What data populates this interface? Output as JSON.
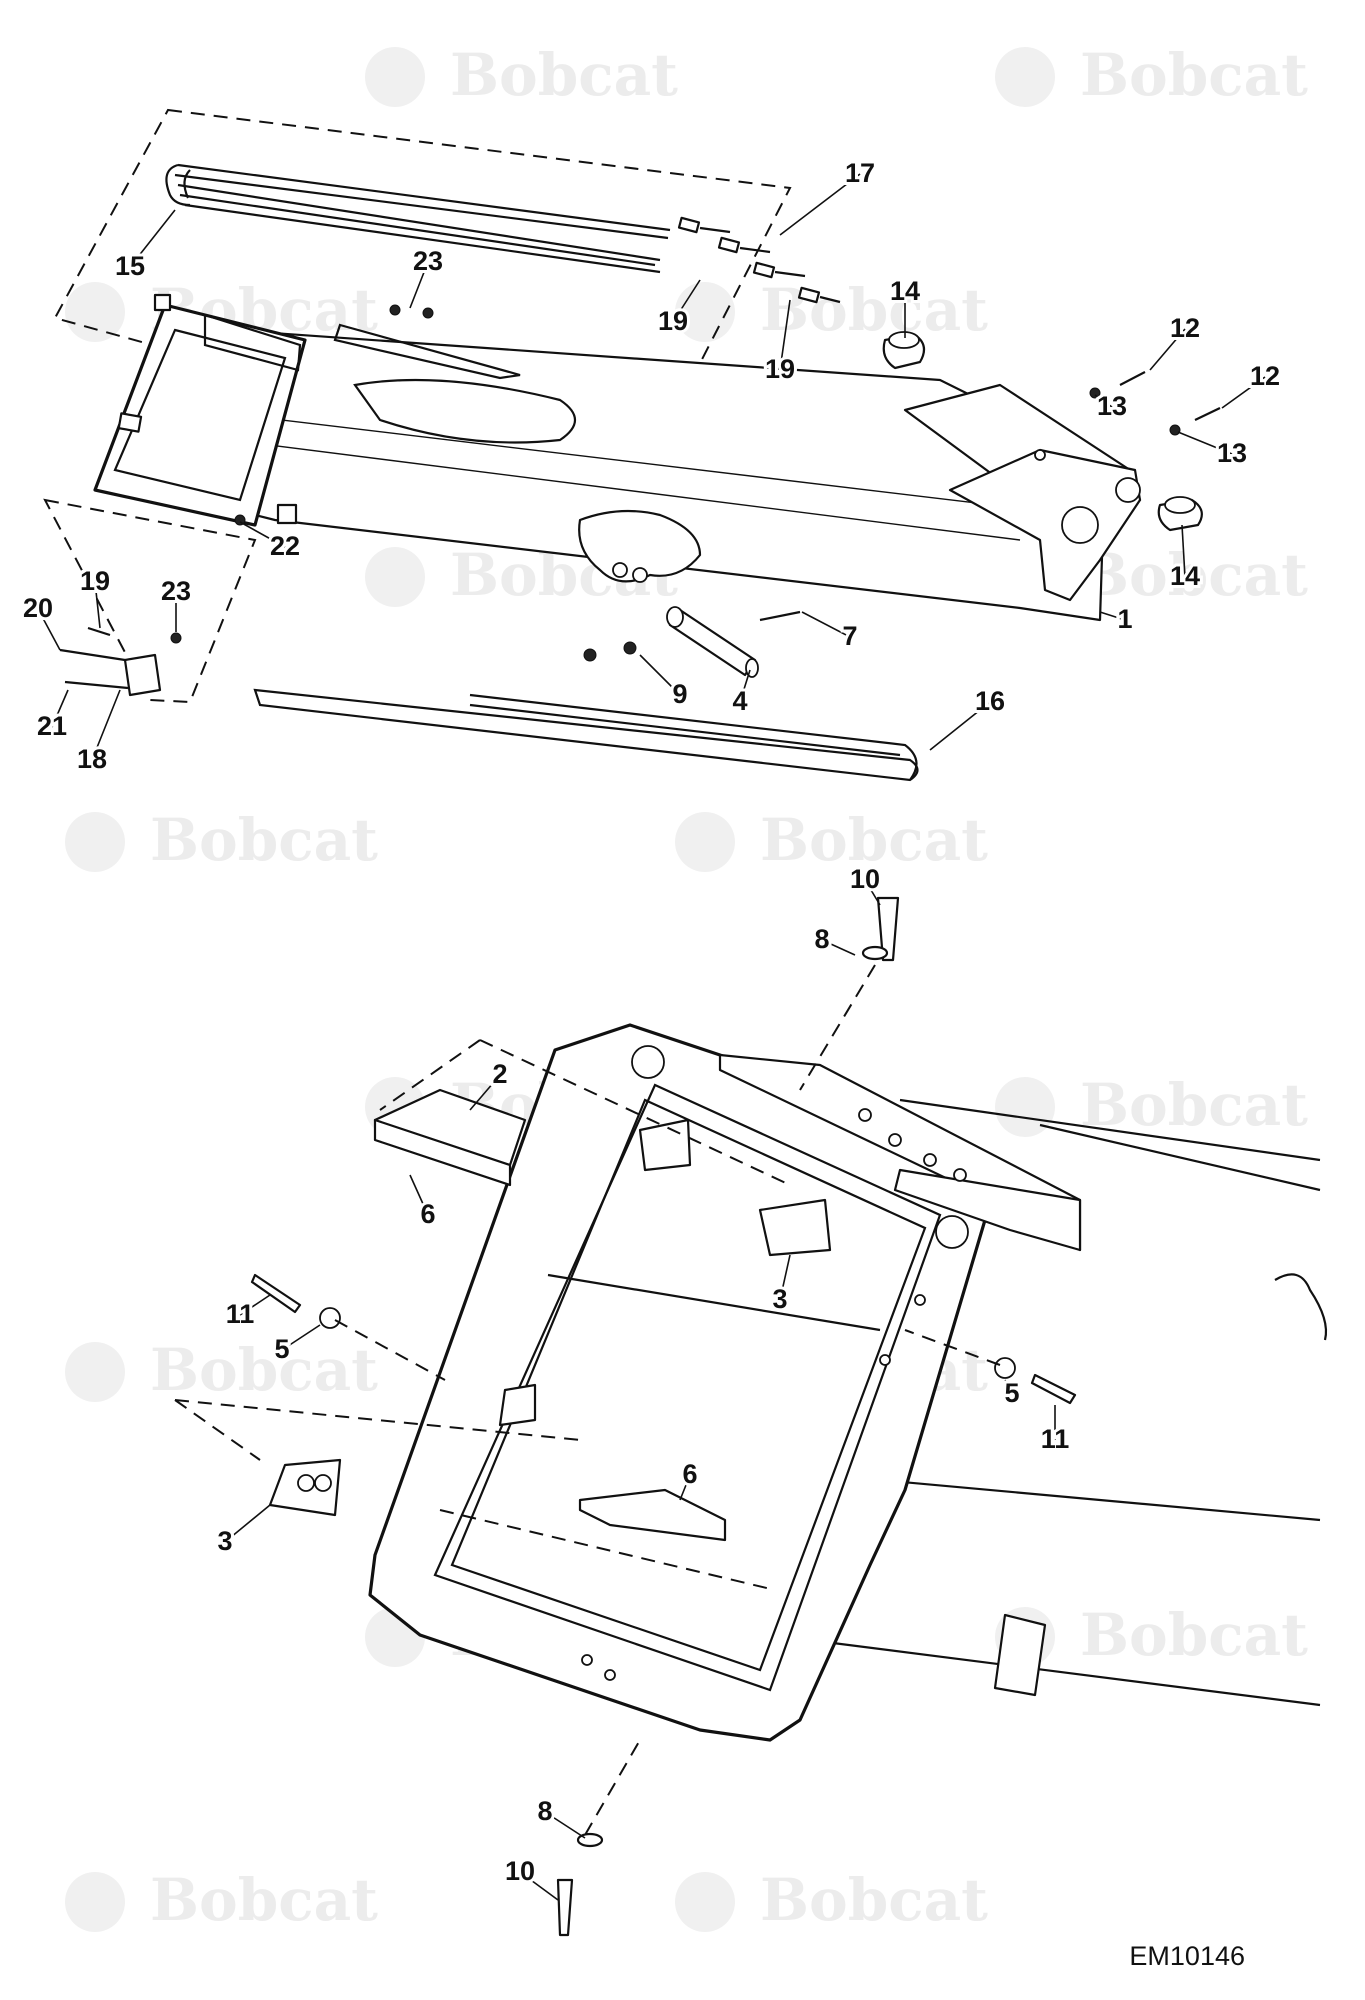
{
  "watermark": {
    "brand_text": "Bobcat"
  },
  "diagram_code": "EM10146",
  "callouts": {
    "top": [
      "17",
      "15",
      "23",
      "14",
      "12",
      "13",
      "12",
      "13",
      "19",
      "19",
      "14",
      "22",
      "1",
      "19",
      "23",
      "20",
      "7",
      "9",
      "4",
      "21",
      "18",
      "16"
    ],
    "bottom": [
      "10",
      "8",
      "2",
      "6",
      "3",
      "11",
      "5",
      "5",
      "11",
      "6",
      "3",
      "8",
      "10"
    ]
  }
}
